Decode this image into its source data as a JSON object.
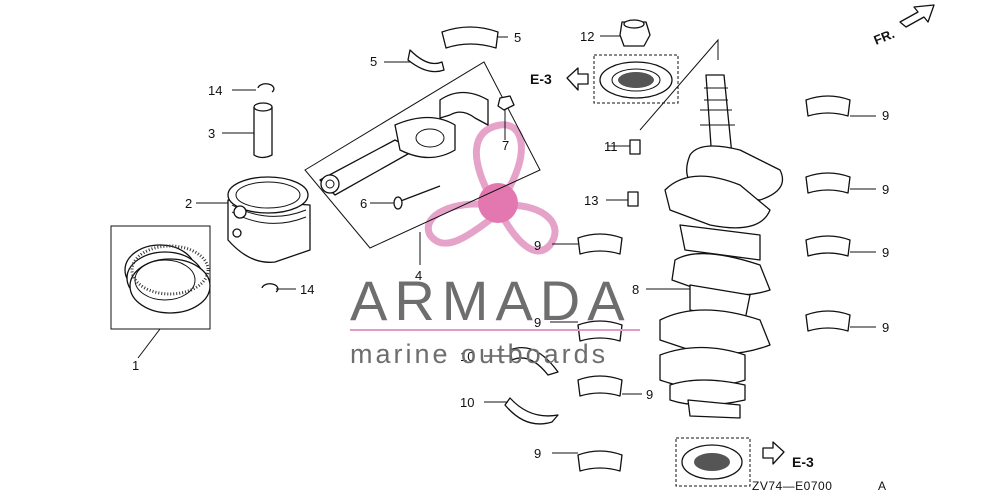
{
  "callouts": {
    "c1": "1",
    "c2": "2",
    "c3": "3",
    "c4": "4",
    "c5a": "5",
    "c5b": "5",
    "c6": "6",
    "c7": "7",
    "c8": "8",
    "c9a": "9",
    "c9b": "9",
    "c9c": "9",
    "c9d": "9",
    "c9e": "9",
    "c9f": "9",
    "c9g": "9",
    "c9h": "9",
    "c10a": "10",
    "c10b": "10",
    "c11": "11",
    "c12": "12",
    "c13": "13",
    "c14a": "14",
    "c14b": "14"
  },
  "references": {
    "top": "E-3",
    "bottom": "E-3"
  },
  "orientation": {
    "label": "FR."
  },
  "diagram_code": {
    "code": "ZV74—E0700",
    "suffix": "A"
  },
  "watermark": {
    "brand": "ARMADA",
    "tagline": "marine outboards",
    "colors": {
      "logo": "#e49ac4",
      "logo_center": "#e06aa9",
      "text": "#6e6e6e"
    }
  }
}
